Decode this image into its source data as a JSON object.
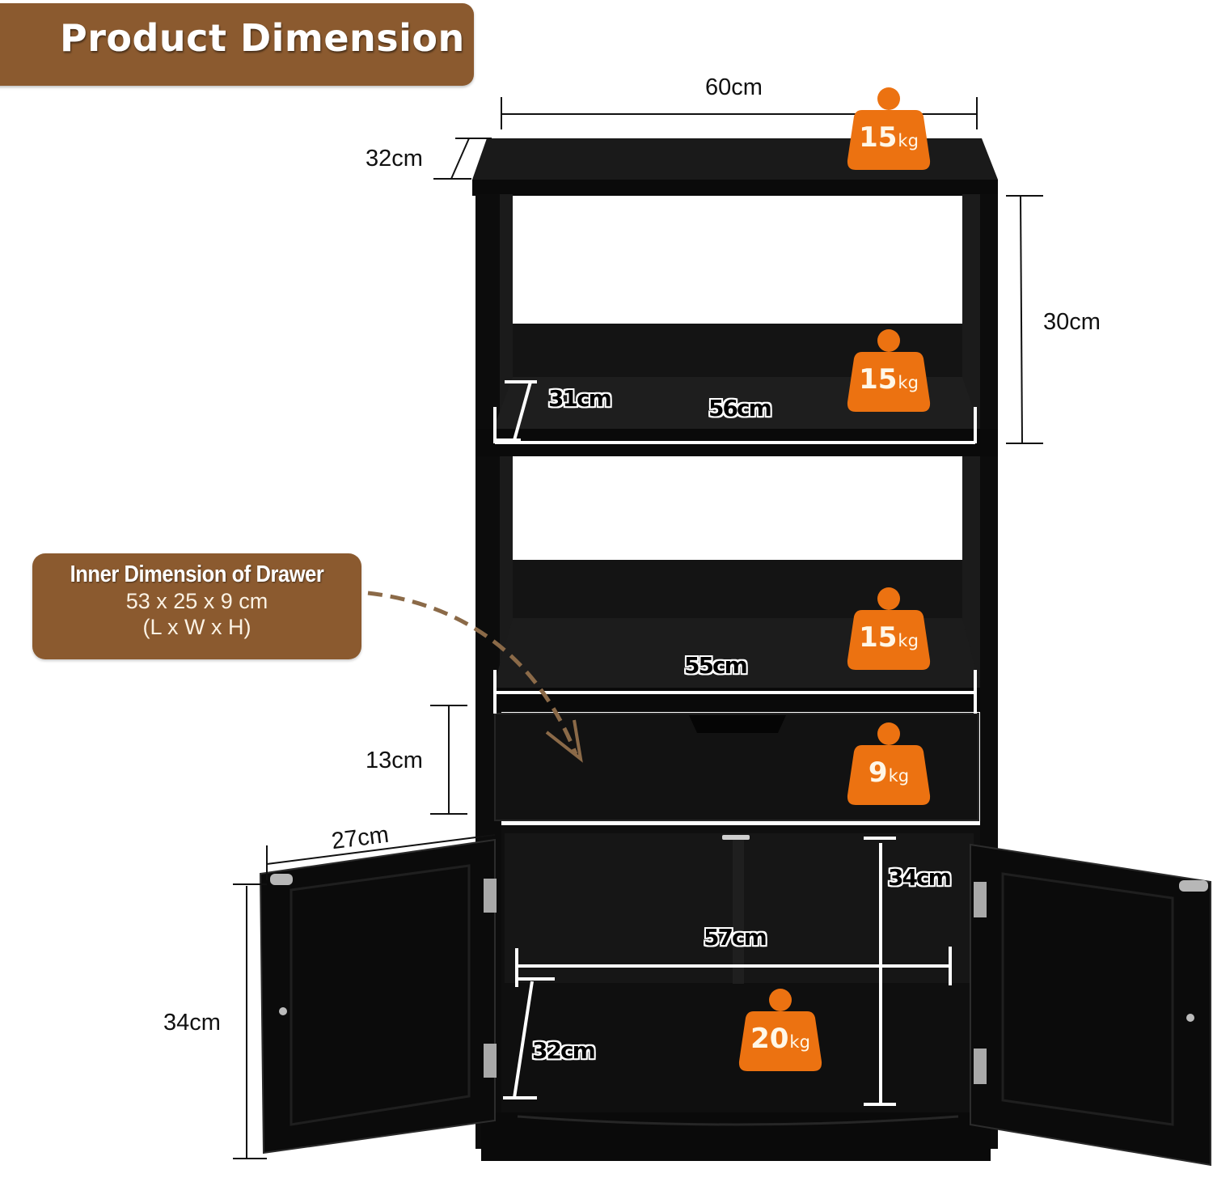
{
  "title": "Product Dimension",
  "colors": {
    "banner": "#8b5a2f",
    "weight_badge": "#ec7211",
    "furniture": "#0d0d0d",
    "arrow": "#8b6a48"
  },
  "drawer_callout": {
    "heading": "Inner Dimension of Drawer",
    "size": "53 x 25 x 9 cm",
    "axes": "(L x W x H)"
  },
  "outer_dimensions": {
    "width": "60cm",
    "depth": "32cm",
    "shelf_height": "30cm",
    "drawer_height": "13cm",
    "door_width": "27cm",
    "door_height": "34cm"
  },
  "inner_dimensions": {
    "top_shelf_depth": "31cm",
    "top_shelf_width": "56cm",
    "middle_shelf_width": "55cm",
    "cabinet_width": "57cm",
    "cabinet_height": "34cm",
    "cabinet_depth": "32cm"
  },
  "load_capacity": [
    {
      "location": "top surface",
      "value": "15",
      "unit": "kg"
    },
    {
      "location": "upper shelf",
      "value": "15",
      "unit": "kg"
    },
    {
      "location": "middle shelf",
      "value": "15",
      "unit": "kg"
    },
    {
      "location": "drawer",
      "value": "9",
      "unit": "kg"
    },
    {
      "location": "cabinet",
      "value": "20",
      "unit": "kg"
    }
  ]
}
